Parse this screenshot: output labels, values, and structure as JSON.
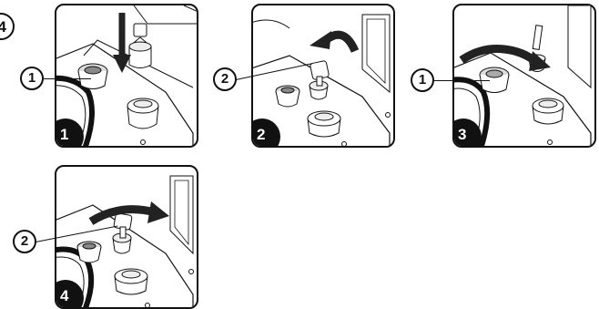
{
  "page_number": "4",
  "panels": [
    {
      "step": "1",
      "callout": "1",
      "icon": "arrow-down-icon"
    },
    {
      "step": "2",
      "callout": "2",
      "icon": "rotate-arrow-icon"
    },
    {
      "step": "3",
      "callout": "1",
      "icon": "rotate-arrow-icon"
    },
    {
      "step": "4",
      "callout": "2",
      "icon": "rotate-arrow-icon"
    }
  ],
  "colors": {
    "line": "#111111",
    "fill": "#ffffff",
    "shade": "#d8d8d8",
    "arrow": "#222222"
  }
}
